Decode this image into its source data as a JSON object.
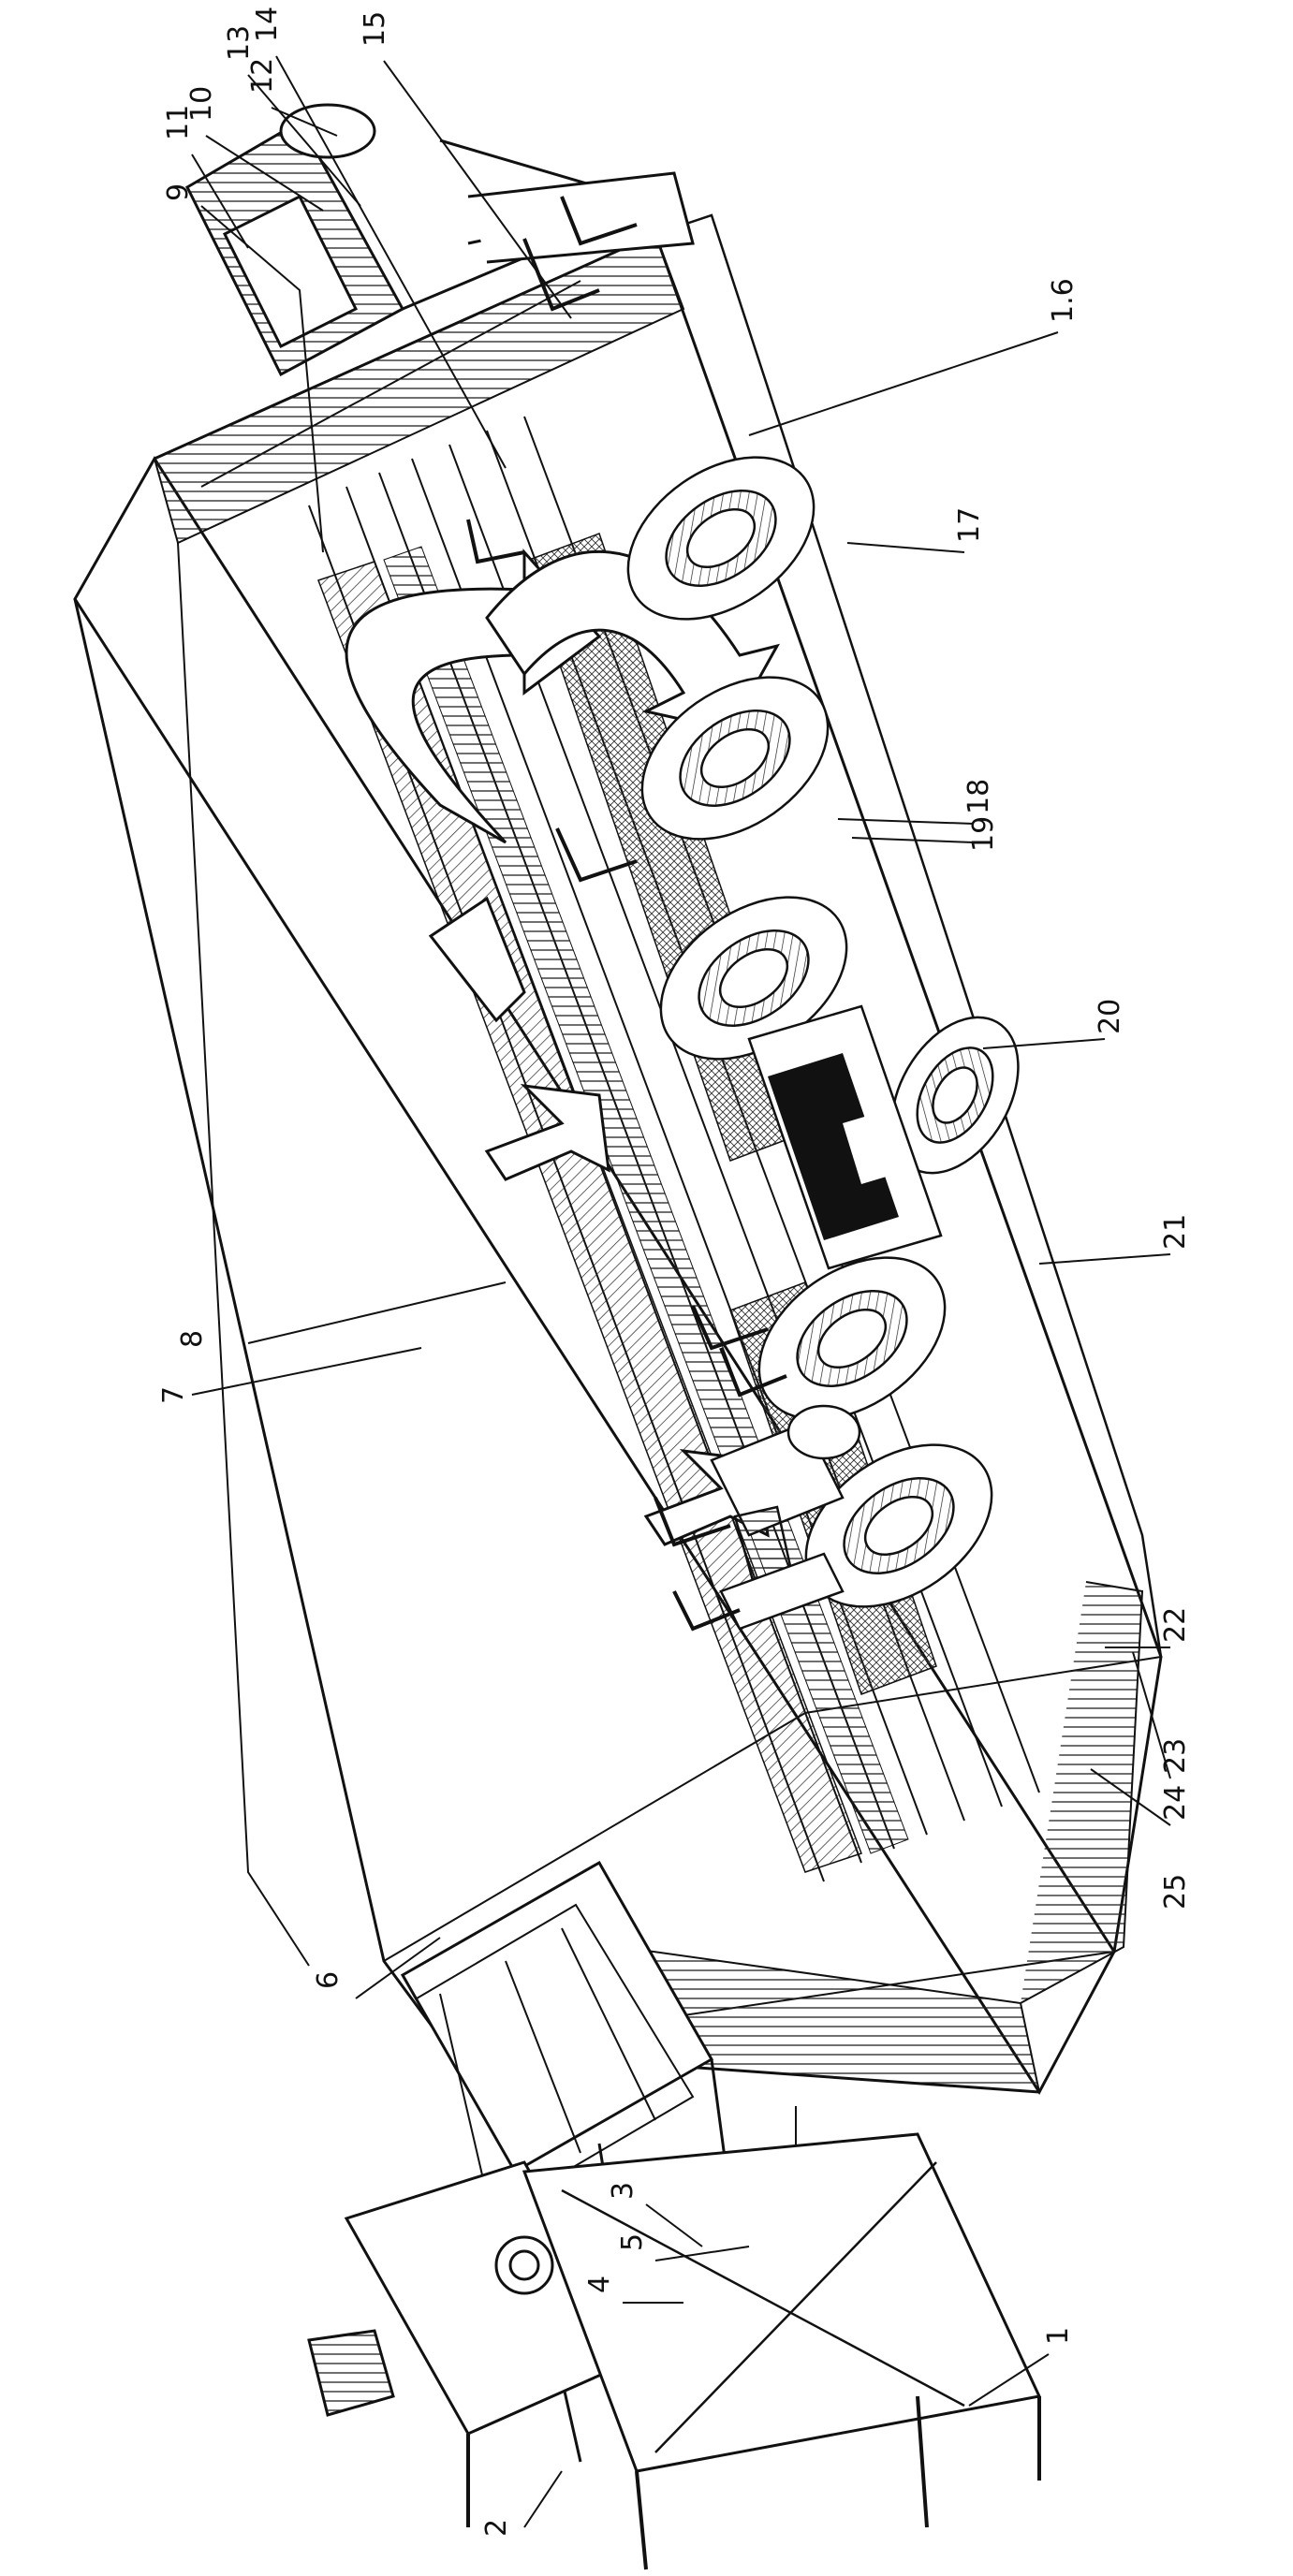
{
  "figure": {
    "callouts": [
      {
        "id": "c1",
        "label": "1"
      },
      {
        "id": "c2",
        "label": "2"
      },
      {
        "id": "c3",
        "label": "3"
      },
      {
        "id": "c4",
        "label": "4"
      },
      {
        "id": "c5",
        "label": "5"
      },
      {
        "id": "c6",
        "label": "6"
      },
      {
        "id": "c7",
        "label": "7"
      },
      {
        "id": "c8",
        "label": "8"
      },
      {
        "id": "c9",
        "label": "9"
      },
      {
        "id": "c10",
        "label": "10"
      },
      {
        "id": "c11",
        "label": "11"
      },
      {
        "id": "c12",
        "label": "12"
      },
      {
        "id": "c13",
        "label": "13"
      },
      {
        "id": "c14",
        "label": "14"
      },
      {
        "id": "c15",
        "label": "15"
      },
      {
        "id": "c16",
        "label": "1.6"
      },
      {
        "id": "c17",
        "label": "17"
      },
      {
        "id": "c18",
        "label": "18"
      },
      {
        "id": "c19",
        "label": "19"
      },
      {
        "id": "c20",
        "label": "20"
      },
      {
        "id": "c21",
        "label": "21"
      },
      {
        "id": "c22",
        "label": "22"
      },
      {
        "id": "c23",
        "label": "23"
      },
      {
        "id": "c24",
        "label": "24"
      },
      {
        "id": "c25",
        "label": "25"
      }
    ]
  }
}
